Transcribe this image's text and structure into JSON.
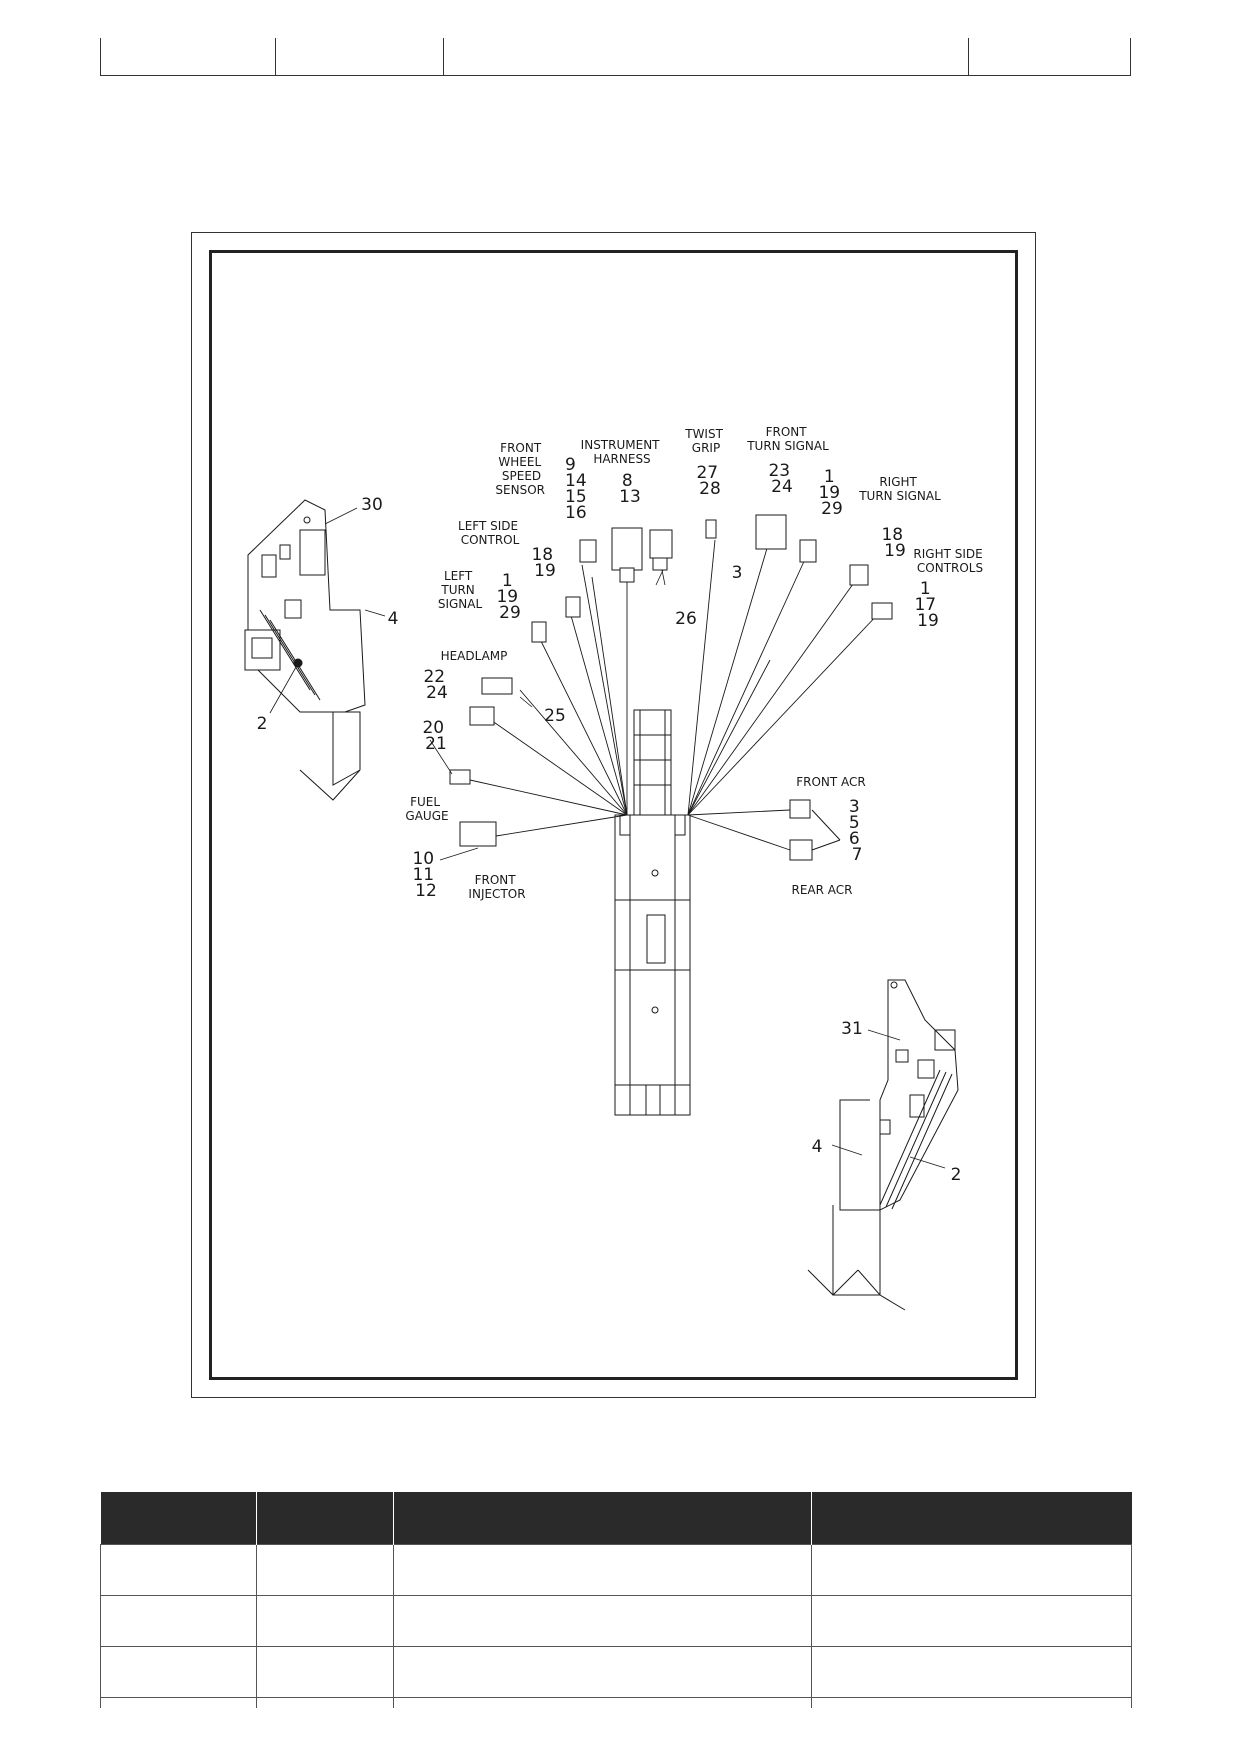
{
  "callouts": {
    "front_wheel_speed_sensor": "FRONT\nWHEEL\nSPEED\nSENSOR",
    "fwss_numbers": "9\n14\n15\n16",
    "instrument_harness": "INSTRUMENT\nHARNESS",
    "ih_numbers": "8\n13",
    "twist_grip": "TWIST\nGRIP",
    "tg_numbers": "27\n28",
    "front_turn_signal": "FRONT\nTURN SIGNAL",
    "fts_numbers": "23\n24",
    "right_turn_signal": "RIGHT\nTURN SIGNAL",
    "rts_numbers": "1\n19\n29",
    "left_side_control": "LEFT SIDE\nCONTROL",
    "lsc_numbers": "18\n19",
    "left_turn_signal": "LEFT\nTURN\nSIGNAL",
    "lts_numbers": "1\n19\n29",
    "right_side_controls": "RIGHT SIDE\nCONTROLS",
    "rsc_numbers_a": "18\n19",
    "rsc_numbers_b": "1\n17\n19",
    "headlamp": "HEADLAMP",
    "hl_numbers": "22\n24",
    "hl_num_25": "25",
    "num_20_21": "20\n21",
    "fuel_gauge": "FUEL\nGAUGE",
    "front_injector": "FRONT\nINJECTOR",
    "fi_numbers": "10\n11\n12",
    "front_acr": "FRONT ACR",
    "acr_numbers": "3\n5\n6\n7",
    "rear_acr": "REAR ACR",
    "num_3": "3",
    "num_26": "26",
    "num_30": "30",
    "num_4_left": "4",
    "num_2_left": "2",
    "num_31": "31",
    "num_4_right": "4",
    "num_2_right": "2"
  },
  "top_table": {
    "columns": 4
  },
  "bottom_table": {
    "columns": 4,
    "rows": 3
  }
}
